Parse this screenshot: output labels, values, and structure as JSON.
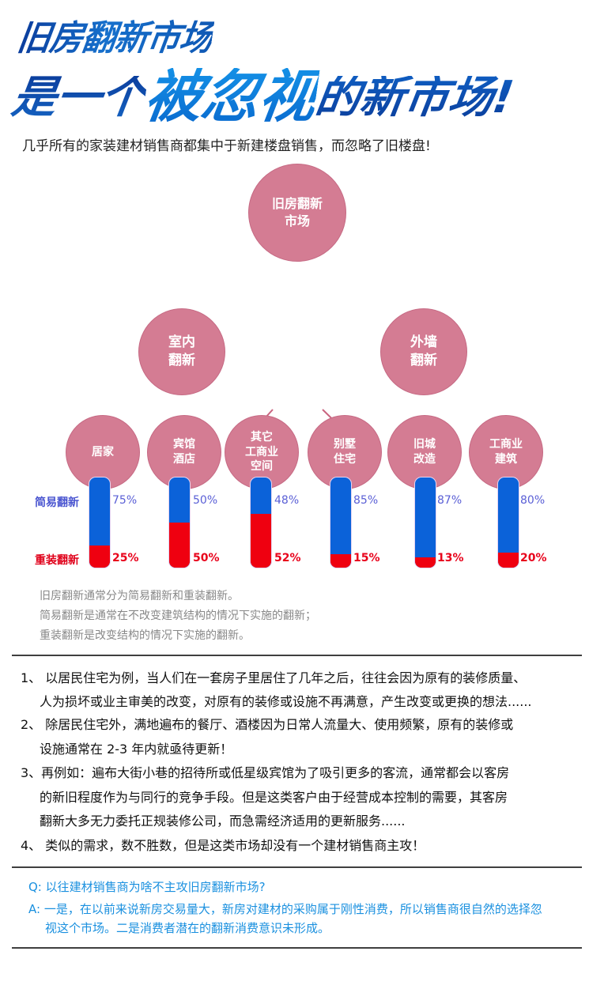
{
  "title": {
    "line1": "旧房翻新市场",
    "line2_part1": "是一个",
    "line2_emph": "被忽视",
    "line2_part2": "的新市场!"
  },
  "subtitle": "几乎所有的家装建材销售商都集中于新建楼盘销售，而忽略了旧楼盘!",
  "tree": {
    "root": "旧房翻新\n市场",
    "branches": [
      {
        "label": "室内\n翻新",
        "children": [
          "居家",
          "宾馆\n酒店",
          "其它\n工商业\n空间"
        ]
      },
      {
        "label": "外墙\n翻新",
        "children": [
          "别墅\n住宅",
          "旧城\n改造",
          "工商业\n建筑"
        ]
      }
    ],
    "colors": {
      "node": "#d47c93",
      "line": "#c9647f"
    }
  },
  "chart_data": {
    "type": "bar",
    "stacked": true,
    "categories": [
      "居家",
      "宾馆酒店",
      "其它工商业空间",
      "别墅住宅",
      "旧城改造",
      "工商业建筑"
    ],
    "series": [
      {
        "name": "简易翻新",
        "color": "#0b62d9",
        "values": [
          75,
          50,
          48,
          85,
          87,
          80
        ]
      },
      {
        "name": "重装翻新",
        "color": "#ef0010",
        "values": [
          25,
          50,
          52,
          15,
          13,
          20
        ]
      }
    ],
    "labels_top": [
      "75%",
      "50%",
      "48%",
      "85%",
      "87%",
      "80%"
    ],
    "labels_bottom": [
      "25%",
      "50%",
      "52%",
      "15%",
      "13%",
      "20%"
    ],
    "ylim": [
      0,
      100
    ],
    "legend": [
      "简易翻新",
      "重装翻新"
    ]
  },
  "legend": {
    "simple": "简易翻新",
    "heavy": "重装翻新"
  },
  "notes": [
    "旧房翻新通常分为简易翻新和重装翻新。",
    "简易翻新是通常在不改变建筑结构的情况下实施的翻新；",
    "重装翻新是改变结构的情况下实施的翻新。"
  ],
  "paragraphs": [
    {
      "lines": [
        "1、 以居民住宅为例，当人们在一套房子里居住了几年之后，往往会因为原有的装修质量、",
        "人为损坏或业主审美的改变，对原有的装修或设施不再满意，产生改变或更换的想法......"
      ]
    },
    {
      "lines": [
        "2、 除居民住宅外，满地遍布的餐厅、酒楼因为日常人流量大、使用频繁，原有的装修或",
        "设施通常在 2-3 年内就亟待更新！"
      ]
    },
    {
      "lines": [
        "3、再例如：遍布大街小巷的招待所或低星级宾馆为了吸引更多的客流，通常都会以客房",
        "的新旧程度作为与同行的竞争手段。但是这类客户由于经营成本控制的需要，其客房",
        "翻新大多无力委托正规装修公司，而急需经济适用的更新服务......"
      ]
    },
    {
      "lines": [
        "4、 类似的需求，数不胜数，但是这类市场却没有一个建材销售商主攻！"
      ]
    }
  ],
  "qa": {
    "question": "Q: 以往建材销售商为啥不主攻旧房翻新市场?",
    "answer_line1": "A: 一是，在以前来说新房交易量大，新房对建材的采购属于刚性消费，所以销售商很自然的选择忽",
    "answer_line2": "视这个市场。二是消费者潜在的翻新消费意识未形成。",
    "color": "#1a90df"
  }
}
